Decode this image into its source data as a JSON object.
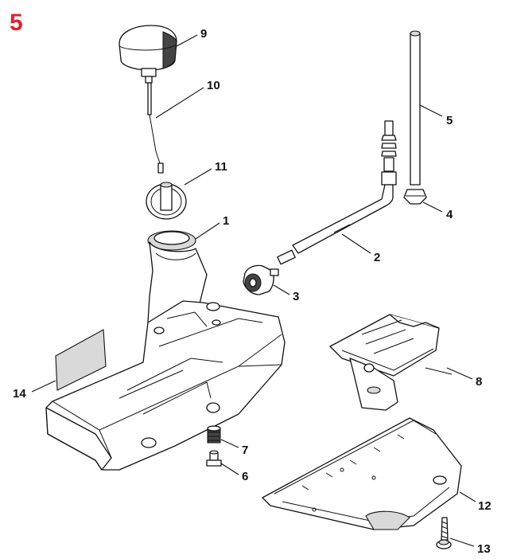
{
  "figure": {
    "number": "5",
    "number_color": "#e3202e"
  },
  "callouts": [
    {
      "id": "1",
      "label": "1"
    },
    {
      "id": "2",
      "label": "2"
    },
    {
      "id": "3",
      "label": "3"
    },
    {
      "id": "4",
      "label": "4"
    },
    {
      "id": "5",
      "label": "5"
    },
    {
      "id": "6",
      "label": "6"
    },
    {
      "id": "7",
      "label": "7"
    },
    {
      "id": "8",
      "label": "8"
    },
    {
      "id": "9",
      "label": "9"
    },
    {
      "id": "10",
      "label": "10"
    },
    {
      "id": "11",
      "label": "11"
    },
    {
      "id": "12",
      "label": "12"
    },
    {
      "id": "13",
      "label": "13"
    },
    {
      "id": "14",
      "label": "14"
    }
  ]
}
